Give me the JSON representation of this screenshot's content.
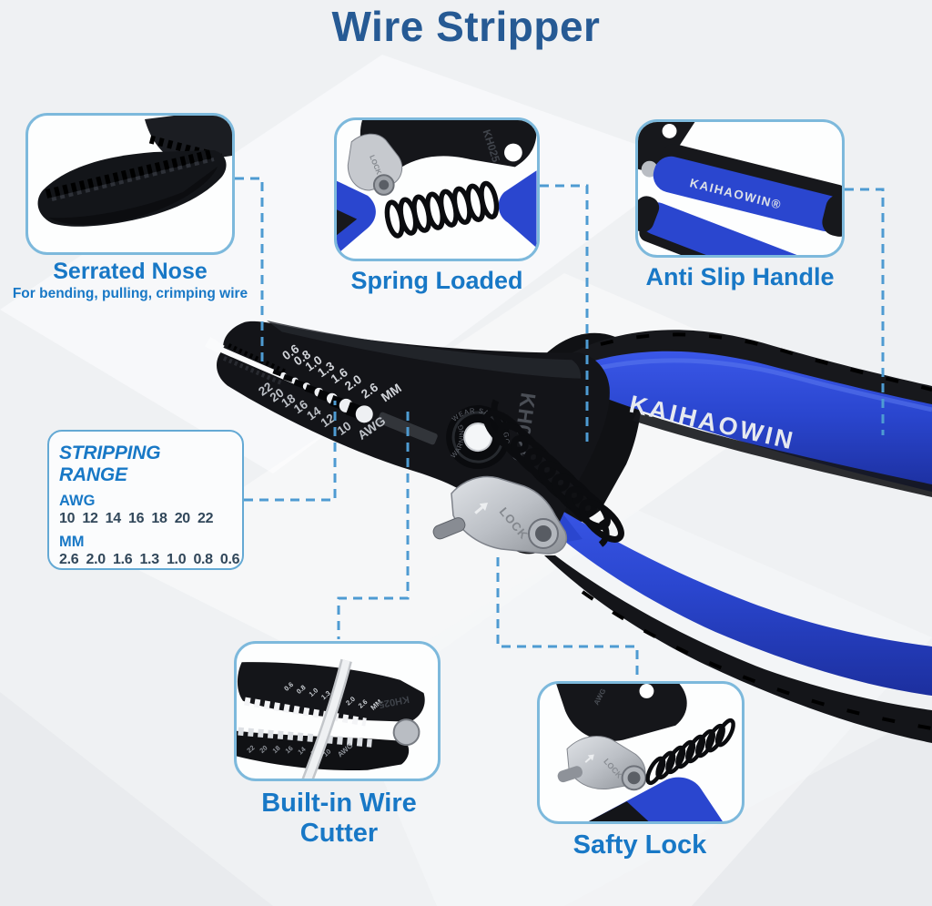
{
  "title": "Wire Stripper",
  "features": {
    "serrated_nose": {
      "label": "Serrated Nose",
      "subtitle": "For bending, pulling, crimping wire"
    },
    "spring_loaded": {
      "label": "Spring Loaded"
    },
    "anti_slip_handle": {
      "label": "Anti Slip Handle"
    },
    "wire_cutter": {
      "label": "Built-in Wire Cutter"
    },
    "safety_lock": {
      "label": "Safty Lock"
    }
  },
  "stripping_range": {
    "heading": "STRIPPING RANGE",
    "awg_label": "AWG",
    "awg_values": "10 12 14 16 18 20 22",
    "mm_label": "MM",
    "mm_values": "2.6 2.0 1.6 1.3 1.0 0.8 0.6"
  },
  "tool": {
    "brand": "KAIHAOWIN",
    "brand_registered": "KAIHAOWIN®",
    "model": "KH025",
    "lock_label": "LOCK",
    "warning_line1": "WARNING",
    "warning_line2": "WEAR SAFETY GOGGLES",
    "mm_unit": "MM",
    "awg_unit": "AWG",
    "mm_sizes": [
      "0.6",
      "0.8",
      "1.0",
      "1.3",
      "1.6",
      "2.0",
      "2.6"
    ],
    "awg_sizes": [
      "22",
      "20",
      "18",
      "16",
      "14",
      "12",
      "10"
    ]
  },
  "colors": {
    "title_text": "#265a94",
    "label_text": "#1878c6",
    "dashed_line": "#4e9bd2",
    "box_border": "#7db9dc",
    "handle_blue": "#2a46cf",
    "tool_black": "#131418",
    "values_text": "#31475a"
  }
}
